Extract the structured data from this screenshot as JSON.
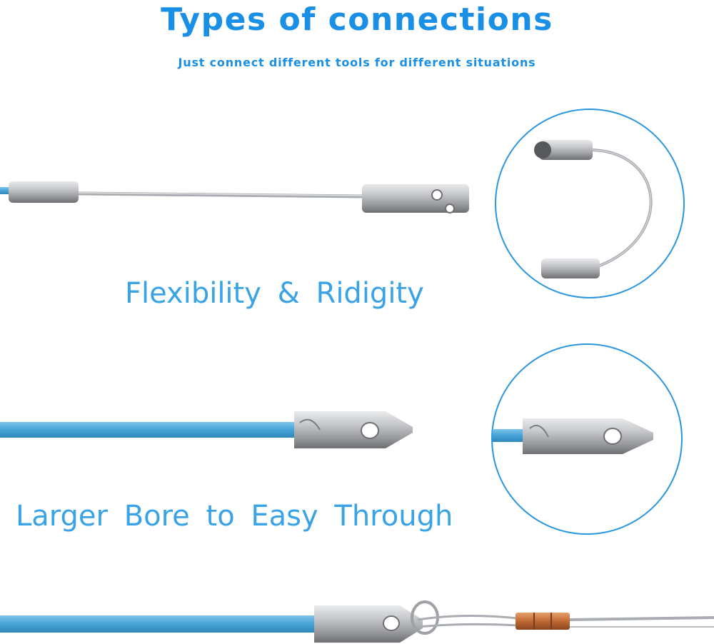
{
  "header": {
    "title": "Types of connections",
    "subtitle": "Just connect different tools for different situations"
  },
  "sections": [
    {
      "caption": "Flexibility & Ridigity"
    },
    {
      "caption": "Larger Bore to Easy Through"
    }
  ],
  "colors": {
    "title_blue": "#1a8fe6",
    "caption_blue": "#3aa3e6",
    "cable_blue": "#4aa8d8",
    "steel": "#b4b7bb",
    "copper": "#c9743f",
    "circle_stroke": "#2a96df"
  }
}
